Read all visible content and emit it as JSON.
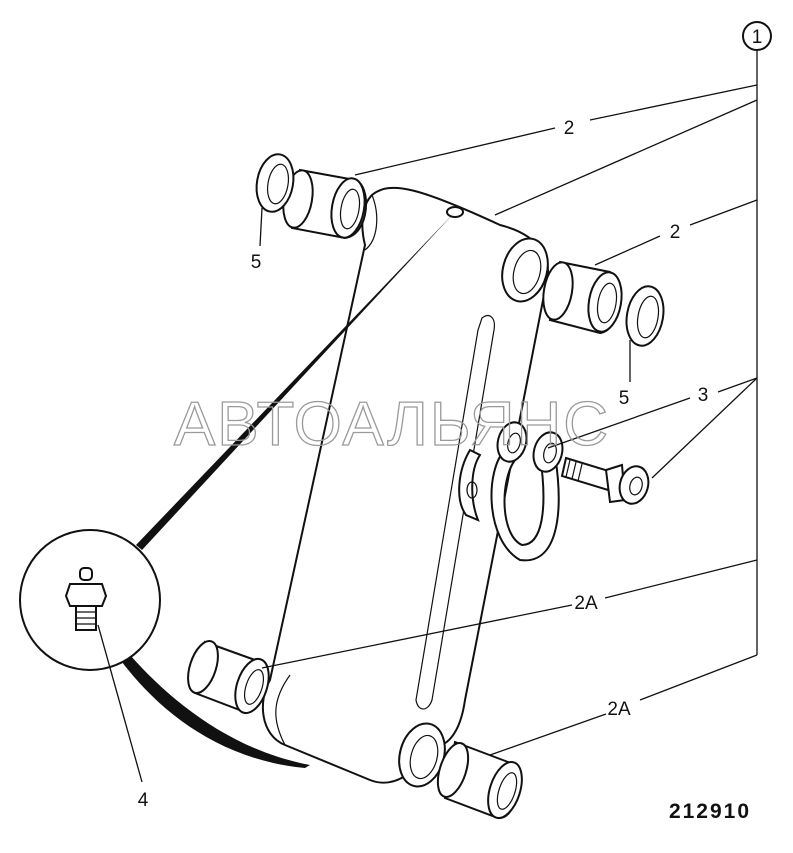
{
  "callouts": {
    "assembly": "1",
    "bush_upper_left": "2",
    "bush_upper_right": "2",
    "shackle": "3",
    "grease_nipple": "4",
    "washer_left": "5",
    "washer_right": "5",
    "bush_lower_left": "2A",
    "bush_lower_right": "2A"
  },
  "part_number": "212910",
  "watermark": "АВТОАЛЬЯНС"
}
